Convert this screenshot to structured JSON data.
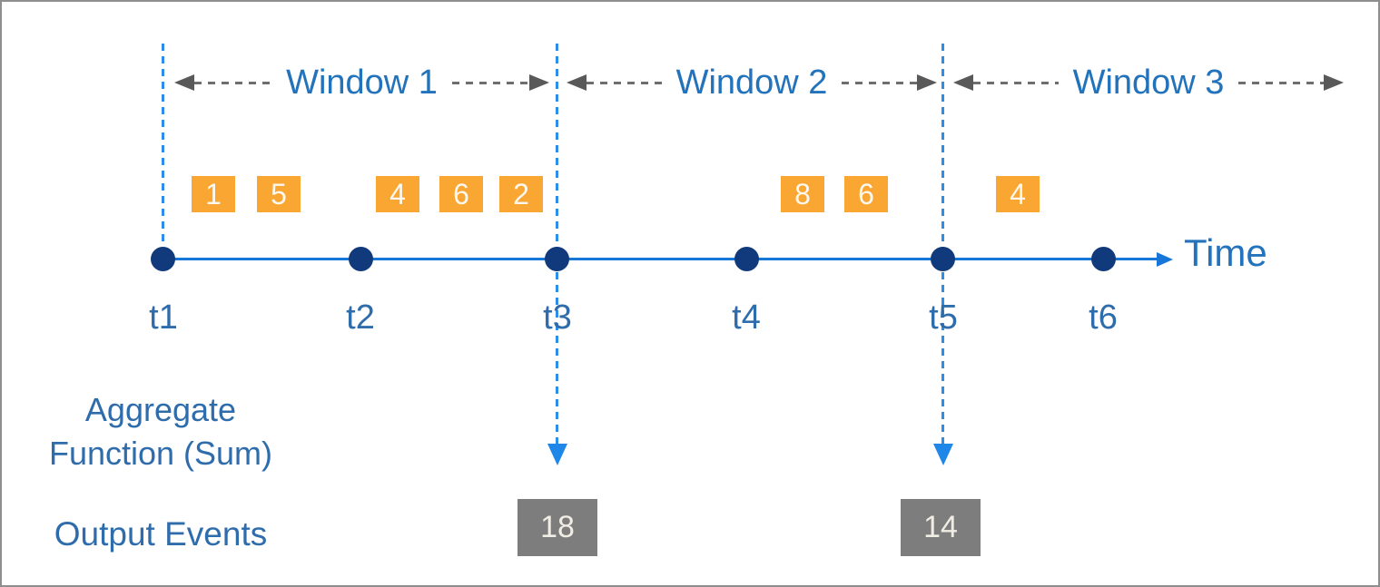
{
  "diagram": {
    "type": "tumbling-window-aggregation-timeline",
    "time_axis_label": "Time",
    "aggregate_label_line1": "Aggregate",
    "aggregate_label_line2": "Function (Sum)",
    "output_events_label": "Output Events",
    "windows": [
      {
        "label": "Window 1"
      },
      {
        "label": "Window 2"
      },
      {
        "label": "Window 3"
      }
    ],
    "time_ticks": [
      {
        "label": "t1"
      },
      {
        "label": "t2"
      },
      {
        "label": "t3"
      },
      {
        "label": "t4"
      },
      {
        "label": "t5"
      },
      {
        "label": "t6"
      }
    ],
    "input_events": [
      "1",
      "5",
      "4",
      "6",
      "2",
      "8",
      "6",
      "4"
    ],
    "events_by_window": {
      "Window 1": [
        1,
        5,
        4,
        6,
        2
      ],
      "Window 2": [
        8,
        6
      ],
      "Window 3": [
        4
      ]
    },
    "output_events": [
      {
        "value": "18",
        "emitted_at": "t3"
      },
      {
        "value": "14",
        "emitted_at": "t5"
      }
    ],
    "colors": {
      "event_box_orange": "#f9a632",
      "output_box_gray": "#7d7d7d",
      "timeline_blue": "#1777d9",
      "dashed_line_blue": "#2e8de9",
      "dot_navy": "#113a7c",
      "text_blue": "#2e6cab",
      "window_arrow_gray": "#595959"
    }
  }
}
